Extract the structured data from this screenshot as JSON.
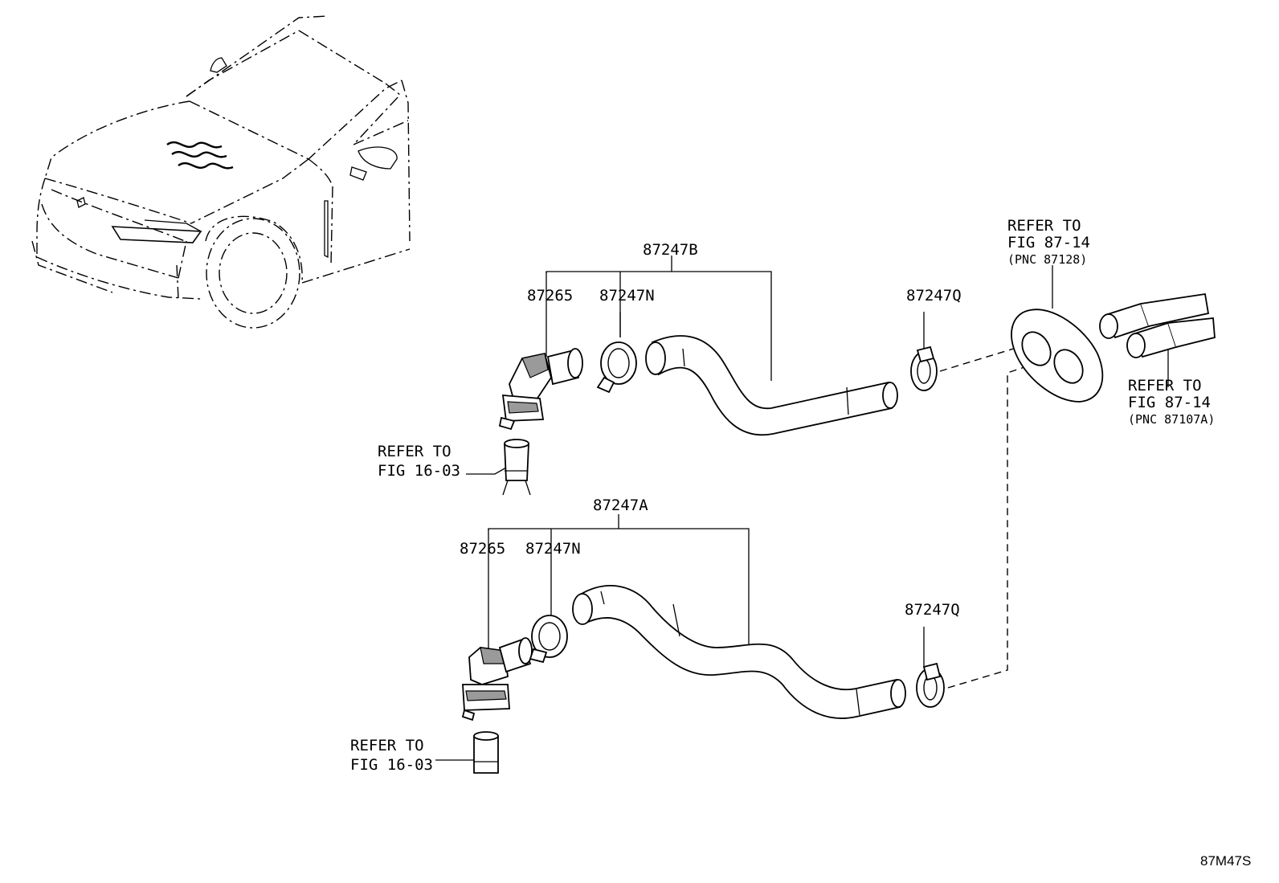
{
  "labels": {
    "hose_b": "87247B",
    "hose_a": "87247A",
    "connector_top": "87265",
    "clamp_n_top": "87247N",
    "connector_bottom": "87265",
    "clamp_n_bottom": "87247N",
    "clamp_q_top": "87247Q",
    "clamp_q_bottom": "87247Q"
  },
  "references": {
    "grommet": {
      "line1": "REFER TO",
      "line2": "FIG 87-14",
      "line3": "(PNC 87128)"
    },
    "pipes": {
      "line1": "REFER TO",
      "line2": "FIG 87-14",
      "line3": "(PNC 87107A)"
    },
    "engine_top": {
      "line1": "REFER TO",
      "line2": "FIG 16-03"
    },
    "engine_bottom": {
      "line1": "REFER TO",
      "line2": "FIG 16-03"
    }
  },
  "figure_code": "87M47S"
}
